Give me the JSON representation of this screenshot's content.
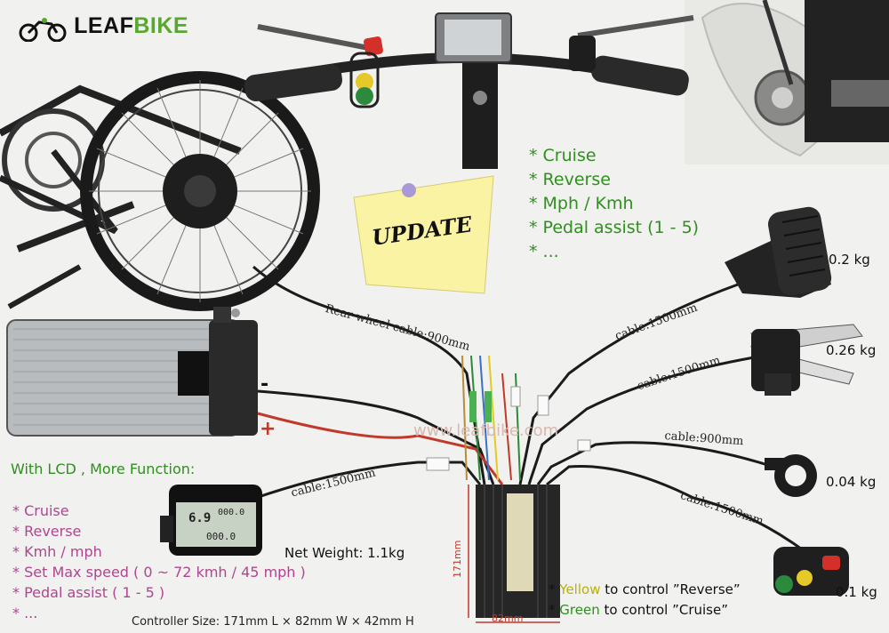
{
  "brand": {
    "name_black": "LEAF",
    "name_green": "BIKE"
  },
  "features_top": {
    "items": [
      "* Cruise",
      "* Reverse",
      "* Mph / Kmh",
      "* Pedal assist (1 - 5)",
      "* ..."
    ]
  },
  "sticky_note": {
    "text": "UPDATE"
  },
  "lcd_section": {
    "heading": "With LCD , More Function:",
    "items": [
      "* Cruise",
      "* Reverse",
      "* Kmh / mph",
      "* Set Max speed ( 0 ~ 72 kmh / 45 mph )",
      "* Pedal assist ( 1 - 5 )",
      "* ..."
    ]
  },
  "lcd_display": {
    "top_value": "6.9",
    "top_right": "000.0",
    "bottom_value": "000.0"
  },
  "cables": {
    "rear_wheel": "Rear wheel cable:900mm",
    "throttle": "cable:1500mm",
    "brake": "cable:1500mm",
    "pas": "cable:900mm",
    "switch": "cable:1500mm",
    "lcd": "cable:1500mm"
  },
  "weights": {
    "throttle": "0.2 kg",
    "brake": "0.26 kg",
    "pas": "0.04 kg",
    "switch": "0.1 kg",
    "controller": "Net Weight: 1.1kg"
  },
  "battery_terminals": {
    "minus": "-",
    "plus": "+"
  },
  "watermark": "www.leafbike.com",
  "controller": {
    "size_text": "Controller Size: 171mm L × 82mm W × 42mm H",
    "dim_height": "171mm",
    "dim_width": "82mm"
  },
  "notes": {
    "line1_prefix": "* ",
    "line1_color": "Yellow",
    "line1_rest": " to control ”Reverse”",
    "line2_prefix": "* ",
    "line2_color": "Green",
    "line2_rest": " to control ”Cruise”"
  },
  "colors": {
    "brand_green": "#56a82e",
    "text_green": "#2f8f1f",
    "pink": "#b0458f",
    "cable_red": "#c0392b"
  }
}
